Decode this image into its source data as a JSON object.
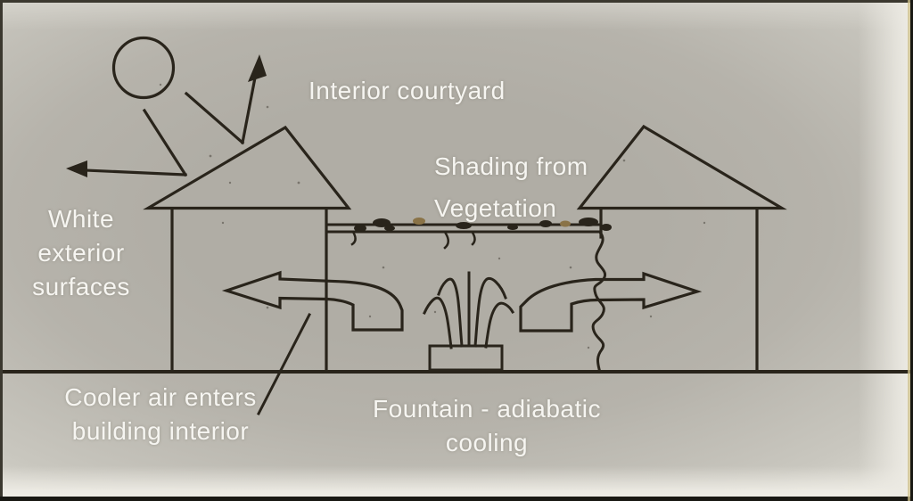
{
  "colors": {
    "background": "#b4b1a9",
    "ink": "#29241b",
    "label_text": "#f6f5f1",
    "leaf_accent": "#8a7347"
  },
  "labels": {
    "interior_courtyard": {
      "text": "Interior courtyard"
    },
    "shading": {
      "line1": "Shading from",
      "line2": "Vegetation"
    },
    "white_surfaces": {
      "line1": "White",
      "line2": "exterior",
      "line3": "surfaces"
    },
    "cooler_air": {
      "line1": "Cooler air enters",
      "line2": "building interior"
    },
    "fountain": {
      "line1": "Fountain - adiabatic",
      "line2": "cooling"
    }
  },
  "elements": {
    "sun": "sun-icon",
    "sun_rays": "sun-reflection-rays",
    "left_building": "left-building",
    "right_building": "right-building",
    "pergola": "vegetation-trellis",
    "vine": "hanging-vine",
    "fountain": "fountain",
    "left_airflow": "airflow-arrow-left",
    "right_airflow": "airflow-arrow-right",
    "ground": "ground-line"
  }
}
